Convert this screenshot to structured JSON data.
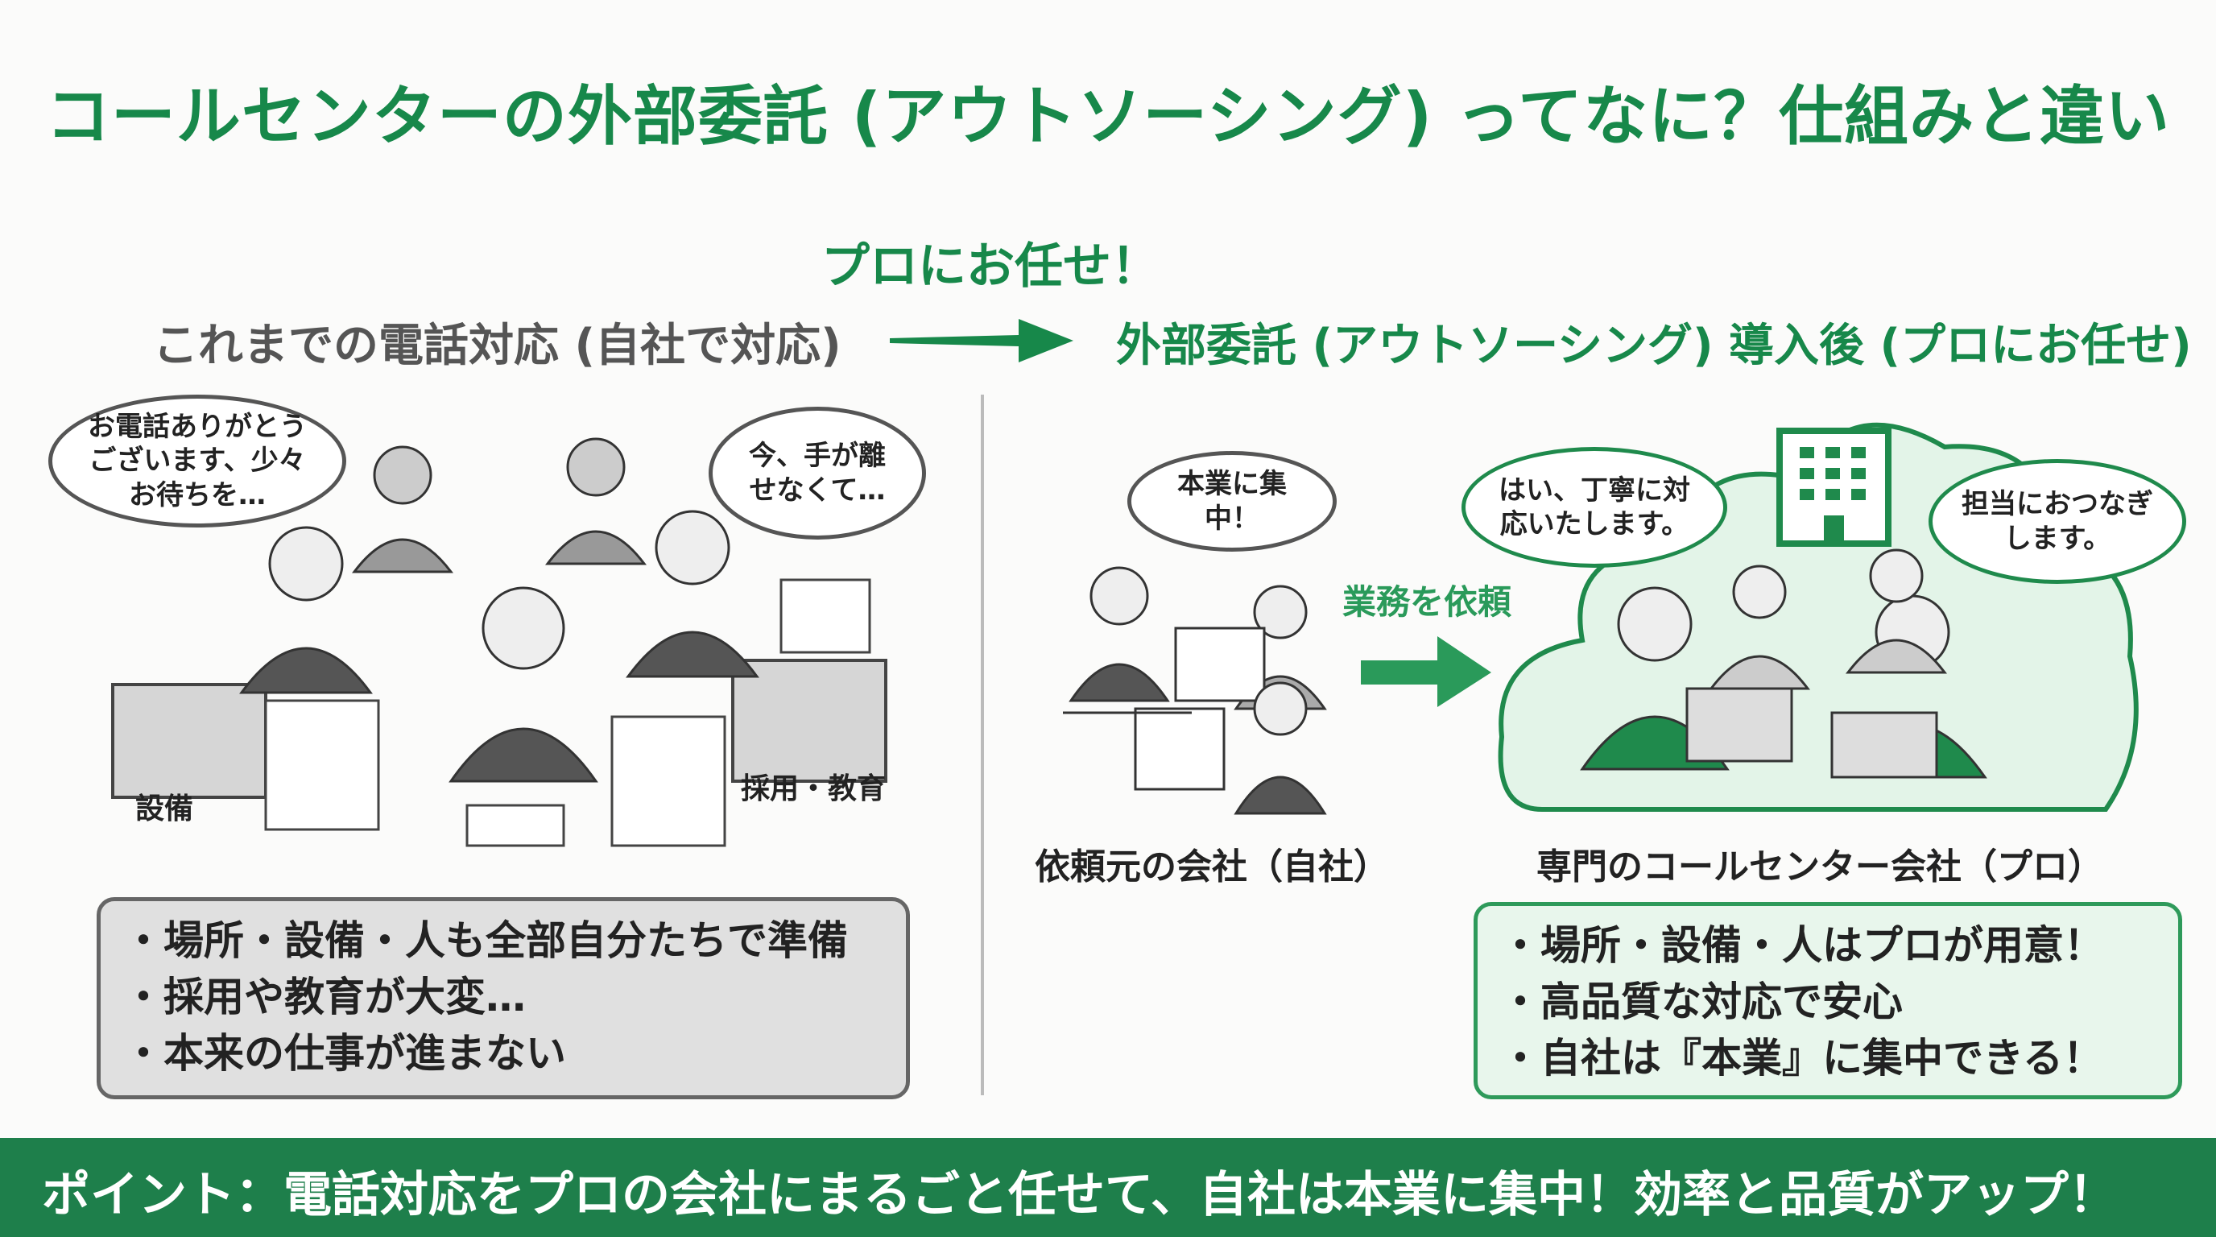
{
  "title": "コールセンターの外部委託 (アウトソーシング) ってなに？仕組みと違い",
  "subtitle": "プロにお任せ！",
  "left": {
    "heading": "これまでの電話対応 (自社で対応)",
    "bubbles": [
      "お電話ありがとうございます、少々お待ちを…",
      "今、手が離せなくて…"
    ],
    "box_labels": [
      "設備",
      "採用・教育"
    ],
    "points": [
      "・場所・設備・人も全部自分たちで準備",
      "・採用や教育が大変…",
      "・本来の仕事が進まない"
    ]
  },
  "right": {
    "heading": "外部委託 (アウトソーシング) 導入後 (プロにお任せ)",
    "client_bubble": "本業に集中！",
    "request_label": "業務を依頼",
    "pro_bubbles": [
      "はい、丁寧に対応いたします。",
      "担当におつなぎします。"
    ],
    "client_caption": "依頼元の会社（自社）",
    "pro_caption": "専門のコールセンター会社（プロ）",
    "points": [
      "・場所・設備・人はプロが用意！",
      "・高品質な対応で安心",
      "・自社は『本業』に集中できる！"
    ]
  },
  "footer": "ポイント：電話対応をプロの会社にまるごと任せて、自社は本業に集中！効率と品質がアップ！",
  "colors": {
    "green": "#17884a",
    "bar": "#1e7f4b",
    "gray": "#555555"
  }
}
